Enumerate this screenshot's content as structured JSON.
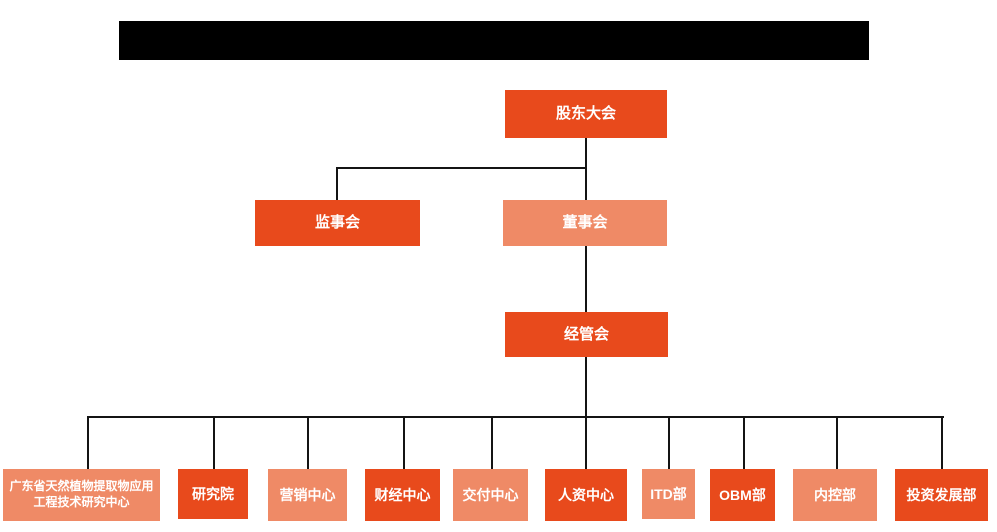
{
  "colors": {
    "primary": "#E84A1C",
    "secondary": "#EF8A66",
    "line": "#141414",
    "bar": "#000000",
    "bg": "#FFFFFF",
    "text": "#FFFFFF"
  },
  "header": {
    "redacted": true
  },
  "org": {
    "level1": {
      "label": "股东大会",
      "variant": "primary"
    },
    "level2": [
      {
        "label": "监事会",
        "variant": "primary"
      },
      {
        "label": "董事会",
        "variant": "secondary"
      }
    ],
    "level3": {
      "label": "经管会",
      "variant": "primary"
    },
    "departments": [
      {
        "label": "广东省天然植物提取物应用工程技术研究中心",
        "variant": "secondary"
      },
      {
        "label": "研究院",
        "variant": "primary"
      },
      {
        "label": "营销中心",
        "variant": "secondary"
      },
      {
        "label": "财经中心",
        "variant": "primary"
      },
      {
        "label": "交付中心",
        "variant": "secondary"
      },
      {
        "label": "人资中心",
        "variant": "primary"
      },
      {
        "label": "ITD部",
        "variant": "secondary"
      },
      {
        "label": "OBM部",
        "variant": "primary"
      },
      {
        "label": "内控部",
        "variant": "secondary"
      },
      {
        "label": "投资发展部",
        "variant": "primary"
      }
    ]
  }
}
